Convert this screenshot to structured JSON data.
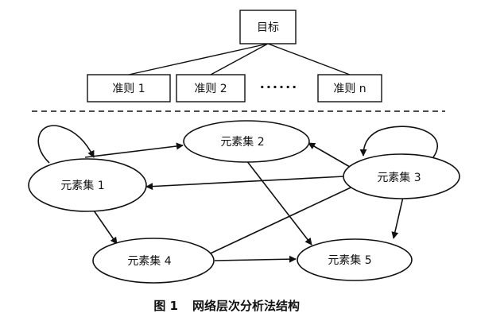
{
  "diagram": {
    "goal": {
      "label": "目标"
    },
    "criteria": [
      {
        "label": "准则 1"
      },
      {
        "label": "准则 2"
      },
      {
        "label": "准则 n"
      }
    ],
    "criteria_ellipsis": "······",
    "clusters": [
      {
        "id": "c1",
        "label": "元素集 1"
      },
      {
        "id": "c2",
        "label": "元素集 2"
      },
      {
        "id": "c3",
        "label": "元素集 3"
      },
      {
        "id": "c4",
        "label": "元素集 4"
      },
      {
        "id": "c5",
        "label": "元素集 5"
      }
    ],
    "edges": [
      {
        "from": "c1",
        "to": "c1",
        "kind": "self-loop"
      },
      {
        "from": "c1",
        "to": "c2"
      },
      {
        "from": "c1",
        "to": "c4"
      },
      {
        "from": "c2",
        "to": "c5"
      },
      {
        "from": "c3",
        "to": "c1"
      },
      {
        "from": "c3",
        "to": "c2"
      },
      {
        "from": "c3",
        "to": "c3",
        "kind": "self-loop"
      },
      {
        "from": "c3",
        "to": "c5"
      },
      {
        "from": "c4",
        "to": "c3"
      },
      {
        "from": "c4",
        "to": "c5"
      }
    ]
  },
  "caption": {
    "figure_number": "图 1",
    "title": "网络层次分析法结构"
  }
}
